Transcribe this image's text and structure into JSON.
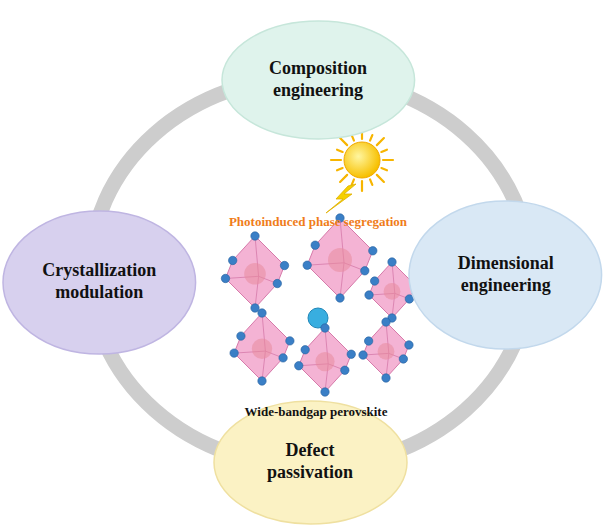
{
  "diagram": {
    "nodes": [
      {
        "text": [
          "Composition engineering"
        ]
      },
      {
        "text": [
          "Crystallization modulation"
        ]
      },
      {
        "text": [
          "Dimensional engineering"
        ]
      },
      {
        "text": [
          "Defect passivation"
        ]
      }
    ],
    "labels": [
      "Photoinduced phase segregation",
      "Wide-bandgap perovskite"
    ]
  }
}
